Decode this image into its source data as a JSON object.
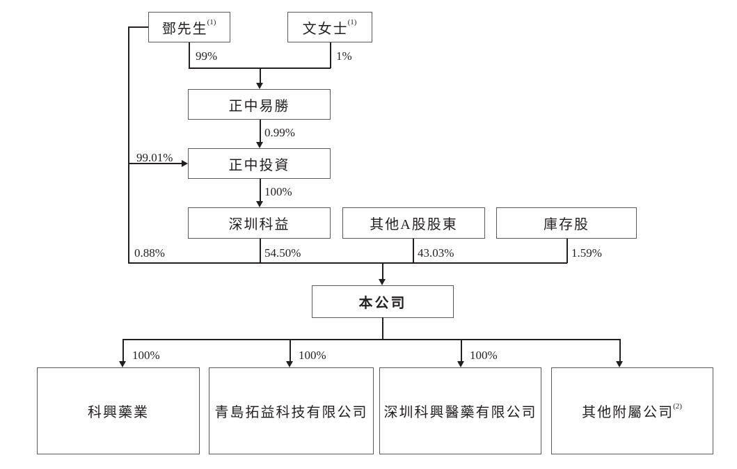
{
  "diagram": {
    "title": "shareholding-structure-chart",
    "nodes": [
      {
        "id": "mr-deng",
        "label": "鄧先生",
        "sup": "(1)"
      },
      {
        "id": "ms-wen",
        "label": "文女士",
        "sup": "(1)"
      },
      {
        "id": "zhengzhong-yisheng",
        "label": "正中易勝"
      },
      {
        "id": "zhengzhong-investment",
        "label": "正中投資"
      },
      {
        "id": "shenzhen-keyi",
        "label": "深圳科益"
      },
      {
        "id": "other-a-share-holders",
        "label": "其他A股股東"
      },
      {
        "id": "treasury-shares",
        "label": "庫存股"
      },
      {
        "id": "the-company",
        "label": "本公司"
      },
      {
        "id": "kexing-pharmaceutical",
        "label": "科興藥業"
      },
      {
        "id": "qingdao-tuoyi",
        "label": "青島拓益科技有限公司"
      },
      {
        "id": "shenzhen-kexing-medical",
        "label": "深圳科興醫藥有限公司"
      },
      {
        "id": "other-subsidiaries",
        "label": "其他附屬公司",
        "sup": "(2)"
      }
    ],
    "edge_labels": {
      "pct_deng_yisheng": "99%",
      "pct_wen_yisheng": "1%",
      "pct_yisheng_investment": "0.99%",
      "pct_deng_investment": "99.01%",
      "pct_investment_keyi": "100%",
      "pct_deng_company": "0.88%",
      "pct_keyi_company": "54.50%",
      "pct_a_company": "43.03%",
      "pct_treasury_company": "1.59%",
      "pct_company_kexing": "100%",
      "pct_company_qingdao": "100%",
      "pct_company_szkexing": "100%"
    },
    "colors": {
      "line": "#231f20",
      "box_border": "#59595b",
      "background": "#ffffff",
      "text": "#231f20"
    }
  }
}
